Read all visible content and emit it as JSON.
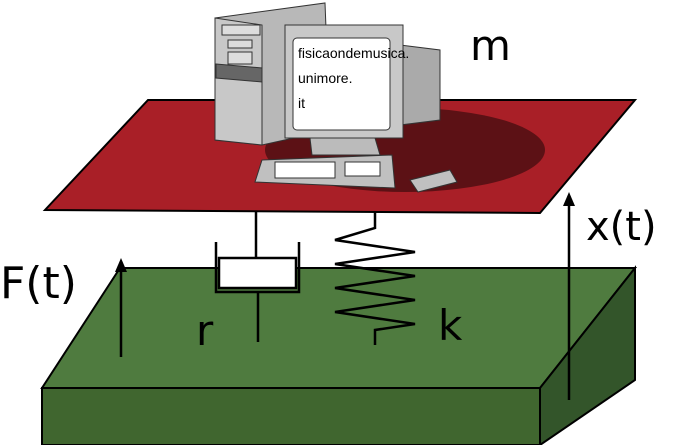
{
  "labels": {
    "mass": "m",
    "displacement": "x(t)",
    "force": "F(t)",
    "damping": "r",
    "spring": "k"
  },
  "screen_text": [
    "fisicaondemusica.",
    "unimore.",
    "it"
  ],
  "colors": {
    "plate": "#a91f27",
    "plate_shadow": "#5c1115",
    "ground_top": "#4f7b3f",
    "ground_front": "#40662f",
    "ground_side": "#33552a",
    "computer": "#c8c8c8"
  }
}
